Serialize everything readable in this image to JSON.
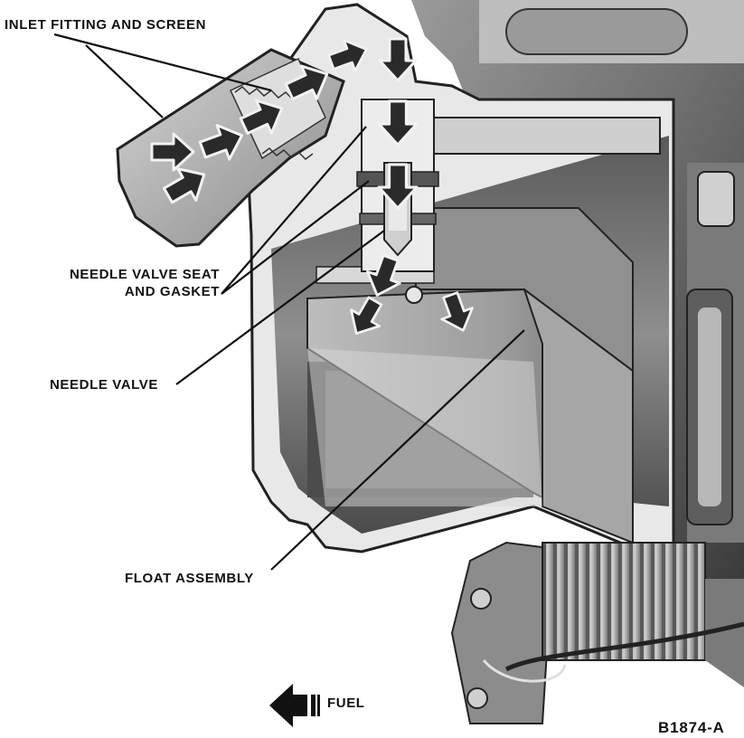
{
  "figure_id": "B1874-A",
  "labels": {
    "inlet": "INLET FITTING AND SCREEN",
    "seat_line1": "NEEDLE VALVE SEAT",
    "seat_line2": "AND GASKET",
    "needle_valve": "NEEDLE VALVE",
    "float_assembly": "FLOAT ASSEMBLY",
    "fuel": "FUEL"
  },
  "colors": {
    "ink": "#111111",
    "metal_dark": "#3a3a3a",
    "metal_mid": "#8a8a8a",
    "metal_light": "#c8c8c8",
    "flow_arrow_fill": "#2a2a2a",
    "flow_arrow_outline": "#f2f2f2"
  },
  "icons": {
    "flow_arrow": "fuel-flow-arrow-icon",
    "fuel_direction": "fuel-direction-arrow-icon"
  }
}
